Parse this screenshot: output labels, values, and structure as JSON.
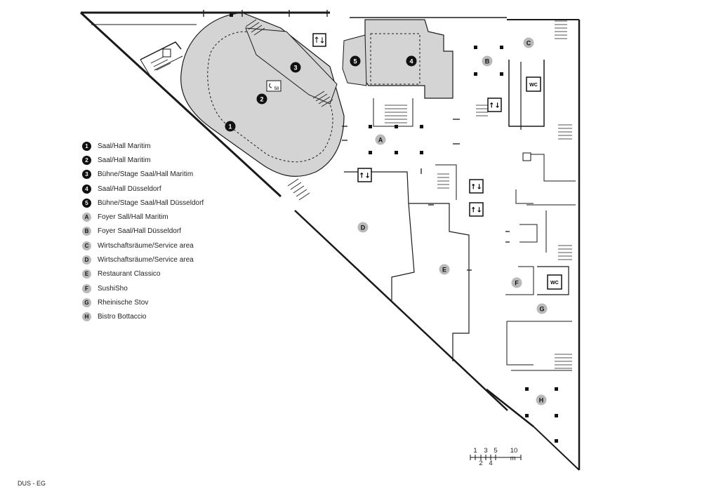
{
  "plan": {
    "id": "DUS - EG",
    "areas": [
      {
        "key": "1",
        "style": "dark",
        "label": "Saal/Hall Maritim"
      },
      {
        "key": "2",
        "style": "dark",
        "label": "Saal/Hall Maritim"
      },
      {
        "key": "3",
        "style": "dark",
        "label": "Bühne/Stage Saal/Hall Maritim"
      },
      {
        "key": "4",
        "style": "dark",
        "label": "Saal/Hall Düsseldorf"
      },
      {
        "key": "5",
        "style": "dark",
        "label": "Bühne/Stage Saal/Hall Düsseldorf"
      },
      {
        "key": "A",
        "style": "grey",
        "label": "Foyer Sall/Hall Maritim"
      },
      {
        "key": "B",
        "style": "grey",
        "label": "Foyer Saal/Hall Düsseldorf"
      },
      {
        "key": "C",
        "style": "grey",
        "label": "Wirtschaftsräume/Service area"
      },
      {
        "key": "D",
        "style": "grey",
        "label": "Wirtschaftsräume/Service area"
      },
      {
        "key": "E",
        "style": "grey",
        "label": "Restaurant Classico"
      },
      {
        "key": "F",
        "style": "grey",
        "label": "SushiSho"
      },
      {
        "key": "G",
        "style": "grey",
        "label": "Rheinische Stov"
      },
      {
        "key": "H",
        "style": "grey",
        "label": "Bistro Bottaccio"
      }
    ],
    "room_icons": [
      {
        "type": "wc-icon",
        "text": "WC"
      },
      {
        "type": "wc-icon",
        "text": "WC"
      },
      {
        "type": "elevator-icon",
        "text": "↑↓"
      },
      {
        "type": "elevator-icon",
        "text": "↑↓"
      },
      {
        "type": "elevator-icon",
        "text": "↑↓"
      },
      {
        "type": "elevator-icon",
        "text": "↑↓"
      },
      {
        "type": "wardrobe-icon",
        "text": "58"
      }
    ],
    "scale": {
      "top_labels": [
        "1",
        "3",
        "5",
        "10 m"
      ],
      "bottom_labels": [
        "2",
        "4"
      ]
    },
    "colors": {
      "hall_fill": "#d4d4d4",
      "wall": "#1a1a1a",
      "marker_dark": "#111111",
      "marker_grey": "#b9b9b9"
    }
  }
}
